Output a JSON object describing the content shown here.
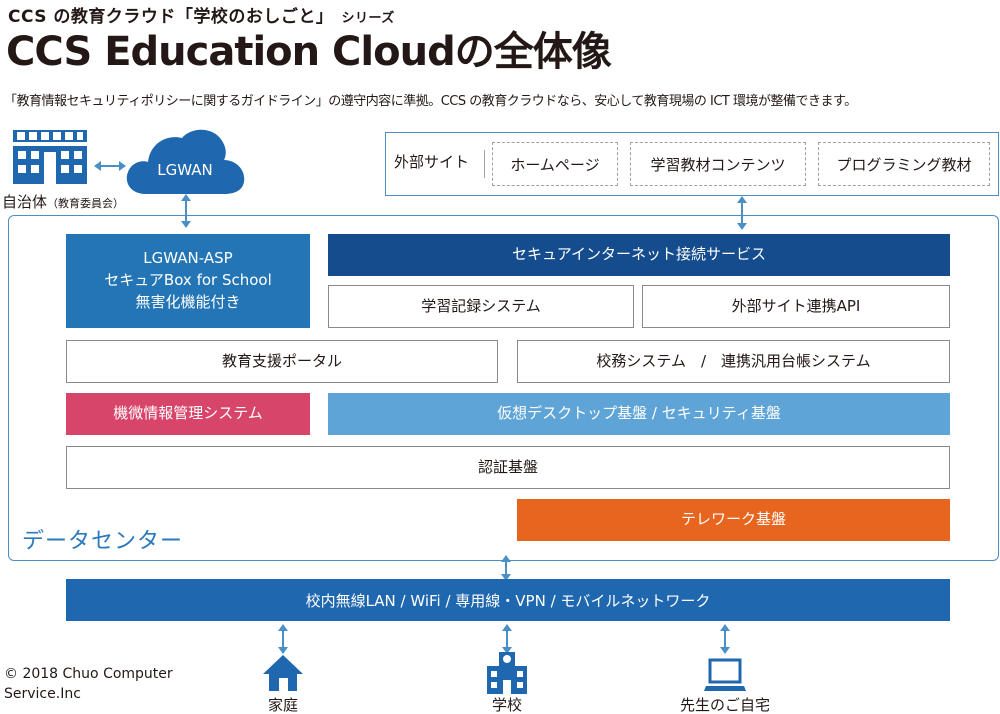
{
  "header": {
    "subtitle": "CCS の教育クラウド「学校のおしごと」",
    "subtitle_series": "シリーズ",
    "title": "CCS Education Cloudの全体像",
    "lead": "「教育情報セキュリティポリシーに関するガイドライン」の遵守内容に準拠。CCS の教育クラウドなら、安心して教育現場の ICT 環境が整備できます。"
  },
  "municipality": {
    "label": "自治体",
    "label_note": "（教育委員会）",
    "cloud_label": "LGWAN"
  },
  "external": {
    "label": "外部サイト",
    "items": [
      "ホームページ",
      "学習教材コンテンツ",
      "プログラミング教材"
    ]
  },
  "datacenter": {
    "label": "データセンター",
    "lgwan_asp": [
      "LGWAN-ASP",
      "セキュアBox for School",
      "無害化機能付き"
    ],
    "secure_internet": "セキュアインターネット接続サービス",
    "learning_record": "学習記録システム",
    "external_api": "外部サイト連携API",
    "portal": "教育支援ポータル",
    "school_affairs": "校務システム　/　連携汎用台帳システム",
    "sensitive_info": "機微情報管理システム",
    "virtual_desktop": "仮想デスクトップ基盤 / セキュリティ基盤",
    "auth": "認証基盤",
    "telework": "テレワーク基盤"
  },
  "network": "校内無線LAN / WiFi / 専用線・VPN / モバイルネットワーク",
  "endpoints": [
    {
      "label": "家庭",
      "icon": "house-icon"
    },
    {
      "label": "学校",
      "icon": "school-icon"
    },
    {
      "label": "先生のご自宅",
      "icon": "laptop-icon"
    }
  ],
  "copyright": [
    "© 2018 Chuo Computer",
    "Service.Inc"
  ],
  "colors": {
    "blue": "#2475b6",
    "navy": "#144c8e",
    "light_blue": "#5ea4d6",
    "red": "#d8456b",
    "orange": "#e8651f",
    "frame": "#4a8fc6"
  }
}
